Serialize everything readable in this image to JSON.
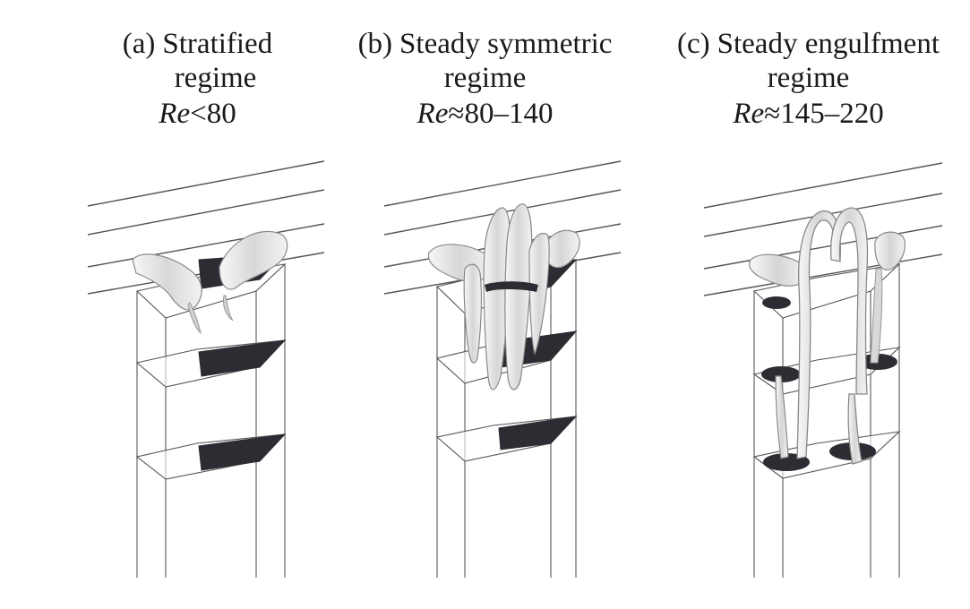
{
  "panels": [
    {
      "label": "(a)",
      "line1": "Stratified",
      "line2": "regime",
      "re_var": "Re",
      "re_rel": "<",
      "re_range": "80"
    },
    {
      "label": "(b)",
      "line1": "Steady symmetric",
      "line2": "regime",
      "re_var": "Re",
      "re_rel": "≈",
      "re_range": "80–140"
    },
    {
      "label": "(c)",
      "line1": "Steady engulfment",
      "line2": "regime",
      "re_var": "Re",
      "re_rel": "≈",
      "re_range": "145–220"
    }
  ]
}
